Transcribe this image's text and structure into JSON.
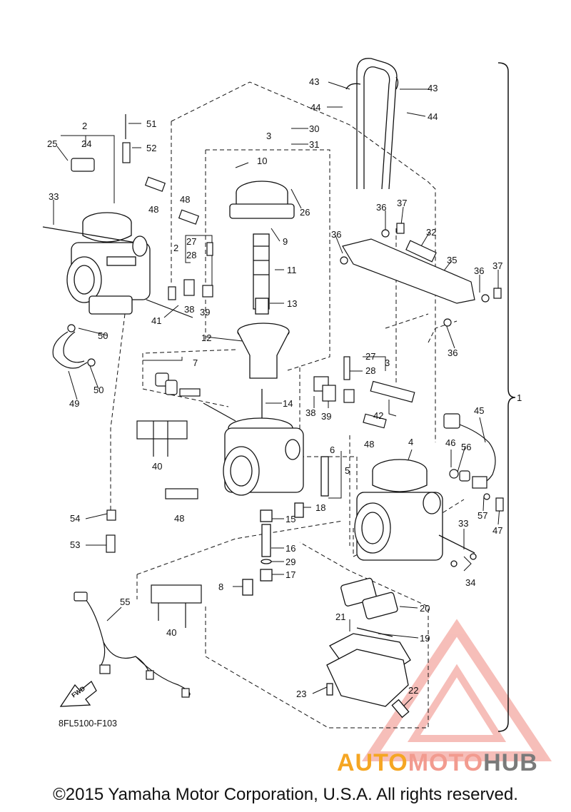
{
  "diagram": {
    "part_numbers": [
      "1",
      "2",
      "3",
      "4",
      "5",
      "6",
      "7",
      "8",
      "9",
      "10",
      "11",
      "12",
      "13",
      "14",
      "15",
      "16",
      "17",
      "18",
      "19",
      "20",
      "21",
      "22",
      "23",
      "24",
      "25",
      "26",
      "27",
      "28",
      "29",
      "30",
      "31",
      "32",
      "33",
      "34",
      "35",
      "36",
      "37",
      "38",
      "39",
      "40",
      "41",
      "42",
      "43",
      "44",
      "45",
      "46",
      "47",
      "48",
      "49",
      "50",
      "51",
      "52",
      "53",
      "54",
      "55",
      "56",
      "57"
    ],
    "drawing_code": "8FL5100-F103",
    "fwd_label": "FWD",
    "copyright": "©2015 Yamaha Motor Corporation, U.S.A. All rights reserved."
  },
  "watermark": {
    "part1": "AUTO",
    "part2": "MOTO",
    "part3": "HUB",
    "colors": {
      "auto": "#f5a623",
      "moto": "#f29b8f",
      "hub": "#7a7a7a",
      "triangle": "#f08a80"
    }
  }
}
